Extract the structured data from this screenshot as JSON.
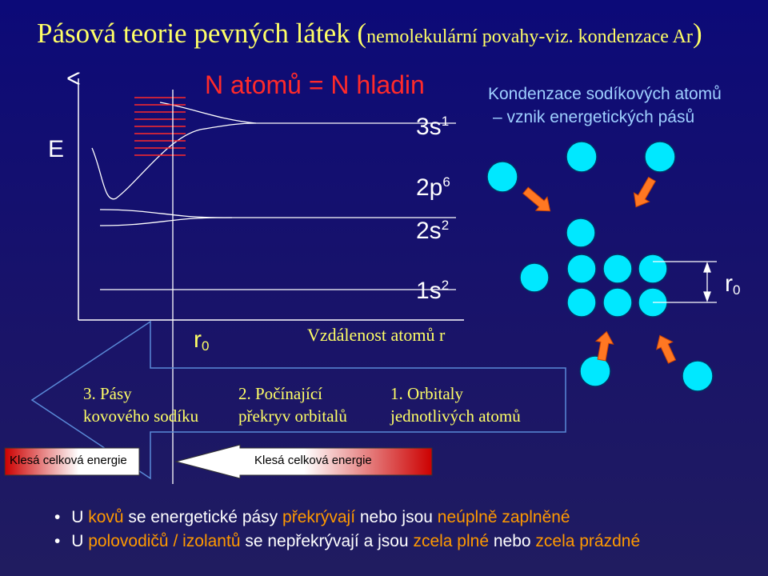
{
  "title": {
    "main": "Pásová teorie pevných látek (",
    "sub": "nemolekulární povahy-viz. kondenzace Ar",
    "close": ")"
  },
  "graph": {
    "y_label": "E",
    "heading": "N atomů = N hladin",
    "levels": [
      {
        "name": "3s",
        "sup": "1"
      },
      {
        "name": "2p",
        "sup": "6"
      },
      {
        "name": "2s",
        "sup": "2"
      },
      {
        "name": "1s",
        "sup": "2"
      }
    ],
    "r0_label": "r",
    "r0_sub": "0",
    "x_label": "Vzdálenost atomů r"
  },
  "right_panel": {
    "line1": "Kondenzace sodíkových atomů",
    "line2": "– vznik energetických pásů",
    "r0_label": "r",
    "r0_sub": "0"
  },
  "steps": [
    {
      "line1": "3. Pásy",
      "line2": "kovového sodíku"
    },
    {
      "line1": "2. Počínající",
      "line2": "překryv orbitalů"
    },
    {
      "line1": "1. Orbitaly",
      "line2": "jednotlivých atomů"
    }
  ],
  "energy_bars": [
    {
      "label": "Klesá celková energie"
    },
    {
      "label": "Klesá celková energie"
    }
  ],
  "bullets": [
    [
      {
        "text": "U ",
        "color": "white"
      },
      {
        "text": "kovů",
        "color": "orange"
      },
      {
        "text": " se energetické pásy ",
        "color": "white"
      },
      {
        "text": "překrývají",
        "color": "orange"
      },
      {
        "text": " nebo jsou ",
        "color": "white"
      },
      {
        "text": "neúplně zaplněné",
        "color": "orange"
      }
    ],
    [
      {
        "text": "U ",
        "color": "white"
      },
      {
        "text": "polovodičů / izolantů",
        "color": "orange"
      },
      {
        "text": " se nepřekrývají a jsou ",
        "color": "white"
      },
      {
        "text": "zcela plné",
        "color": "orange"
      },
      {
        "text": " nebo ",
        "color": "white"
      },
      {
        "text": "zcela prázdné",
        "color": "orange"
      }
    ]
  ],
  "colors": {
    "title": "#ffff66",
    "atom": "#00e8ff",
    "arrow": "#ff7722",
    "band": "#ff2a2a",
    "highlight": "#ff9900"
  }
}
